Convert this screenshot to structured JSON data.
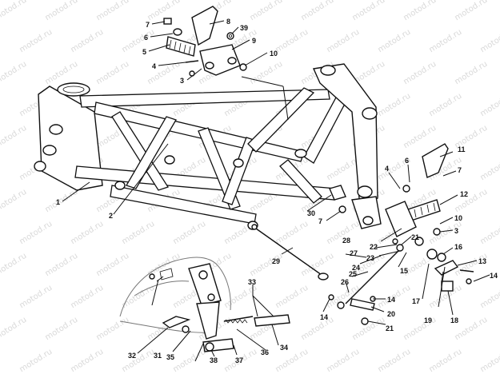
{
  "watermark": "motod.ru",
  "callouts": [
    "1",
    "2",
    "3",
    "4",
    "5",
    "6",
    "7",
    "8",
    "9",
    "10",
    "11",
    "12",
    "13",
    "14",
    "15",
    "16",
    "17",
    "18",
    "19",
    "20",
    "21",
    "22",
    "23",
    "24",
    "25",
    "26",
    "27",
    "28",
    "29",
    "30",
    "31",
    "32",
    "33",
    "34",
    "35",
    "36",
    "37",
    "38",
    "39"
  ]
}
